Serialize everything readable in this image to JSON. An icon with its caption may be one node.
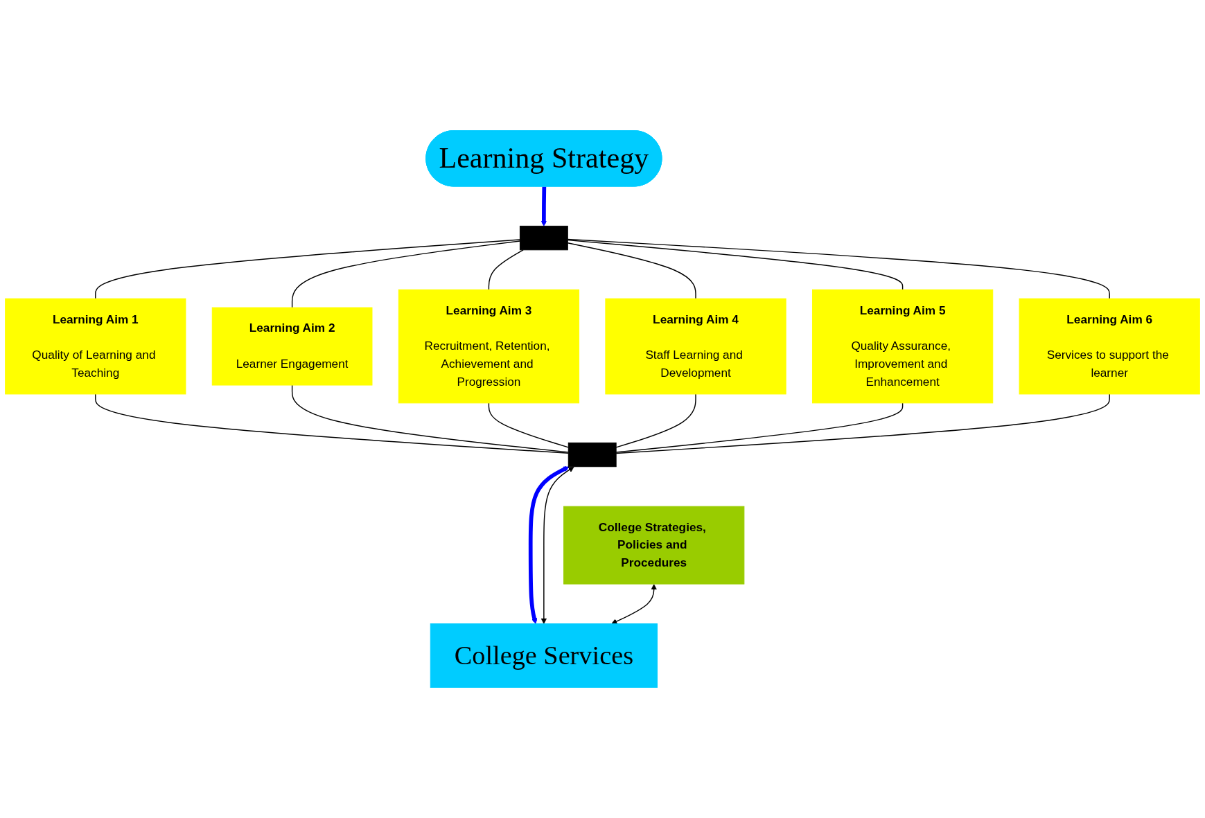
{
  "diagram": {
    "nodes": [
      {
        "text": [
          "Learning Strategy"
        ]
      },
      {
        "text": [],
        "shape": "bar"
      },
      {
        "text": [
          "Learning Aim 1",
          "Quality of Learning and Teaching"
        ]
      },
      {
        "text": [
          "Learning Aim 2",
          "Learner Engagement"
        ]
      },
      {
        "text": [
          "Learning Aim 3",
          "Recruitment, Retention, Achievement and Progression"
        ]
      },
      {
        "text": [
          "Learning Aim 4",
          "Staff Learning and Development"
        ]
      },
      {
        "text": [
          "Learning Aim 5",
          "Quality Assurance, Improvement and Enhancement"
        ]
      },
      {
        "text": [
          "Learning Aim 6",
          "Services to support the learner"
        ]
      },
      {
        "text": [],
        "shape": "bar"
      },
      {
        "text": [
          "College Strategies, Policies and Procedures"
        ]
      },
      {
        "text": [
          "College Services"
        ]
      }
    ],
    "edges": [
      {
        "from": 0,
        "to": 1,
        "arrow": "to",
        "style": "thick",
        "color": "#0000ff"
      },
      {
        "from": 1,
        "to": 2,
        "arrow": "none"
      },
      {
        "from": 1,
        "to": 3,
        "arrow": "none"
      },
      {
        "from": 1,
        "to": 4,
        "arrow": "none"
      },
      {
        "from": 1,
        "to": 5,
        "arrow": "none"
      },
      {
        "from": 1,
        "to": 6,
        "arrow": "none"
      },
      {
        "from": 1,
        "to": 7,
        "arrow": "none"
      },
      {
        "from": 2,
        "to": 8,
        "arrow": "none"
      },
      {
        "from": 3,
        "to": 8,
        "arrow": "none"
      },
      {
        "from": 4,
        "to": 8,
        "arrow": "none"
      },
      {
        "from": 5,
        "to": 8,
        "arrow": "none"
      },
      {
        "from": 6,
        "to": 8,
        "arrow": "none"
      },
      {
        "from": 7,
        "to": 8,
        "arrow": "none"
      },
      {
        "from": 8,
        "to": 10,
        "arrow": "both",
        "style": "thick",
        "color": "#0000ff"
      },
      {
        "from": 8,
        "to": 10,
        "arrow": "both"
      },
      {
        "from": 9,
        "to": 10,
        "arrow": "both"
      }
    ]
  }
}
